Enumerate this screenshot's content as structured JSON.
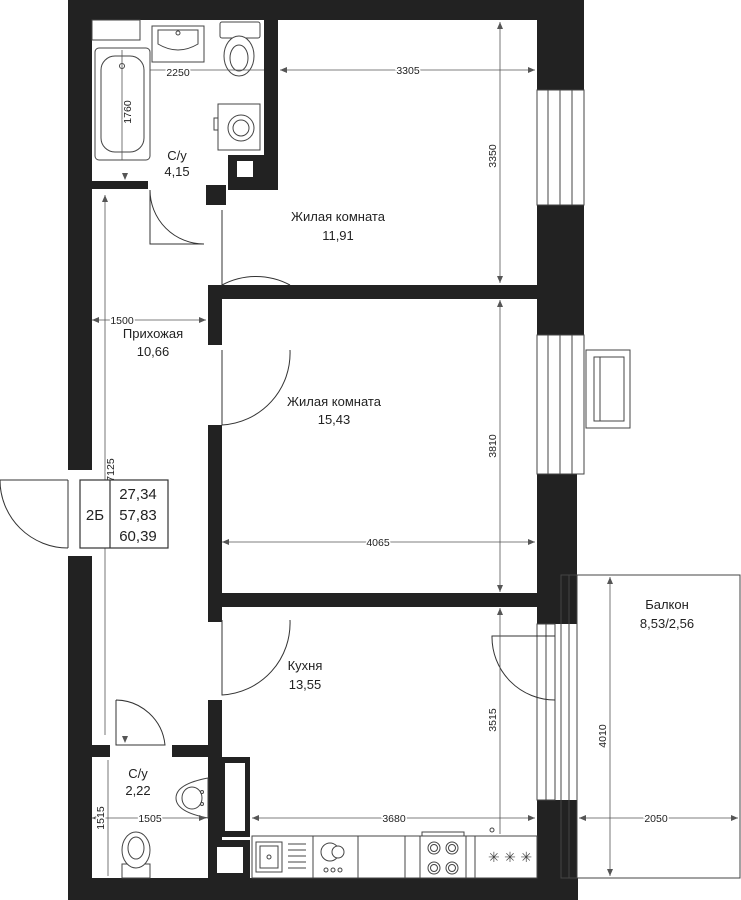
{
  "colors": {
    "wall": "#222222",
    "line": "#444444",
    "background": "#ffffff"
  },
  "rooms": {
    "bathroom_1": {
      "name": "С/у",
      "area": "4,15"
    },
    "living_room_1": {
      "name": "Жилая комната",
      "area": "11,91"
    },
    "hallway": {
      "name": "Прихожая",
      "area": "10,66"
    },
    "living_room_2": {
      "name": "Жилая комната",
      "area": "15,43"
    },
    "kitchen": {
      "name": "Кухня",
      "area": "13,55"
    },
    "bathroom_2": {
      "name": "С/у",
      "area": "2,22"
    },
    "balcony": {
      "name": "Балкон",
      "area": "8,53/2,56"
    }
  },
  "dimensions": {
    "bath1_width": "2250",
    "bath1_depth": "1760",
    "room1_width": "3305",
    "room1_height": "3350",
    "hall_width": "1500",
    "hall_length": "7125",
    "room2_height": "3810",
    "room2_width": "4065",
    "kitchen_height": "3515",
    "kitchen_width": "3680",
    "balcony_height": "4010",
    "balcony_width": "2050",
    "bath2_height": "1515",
    "bath2_width": "1505"
  },
  "apartment": {
    "type": "2Б",
    "living_area": "27,34",
    "total_area": "57,83",
    "total_area_with_balcony": "60,39"
  }
}
